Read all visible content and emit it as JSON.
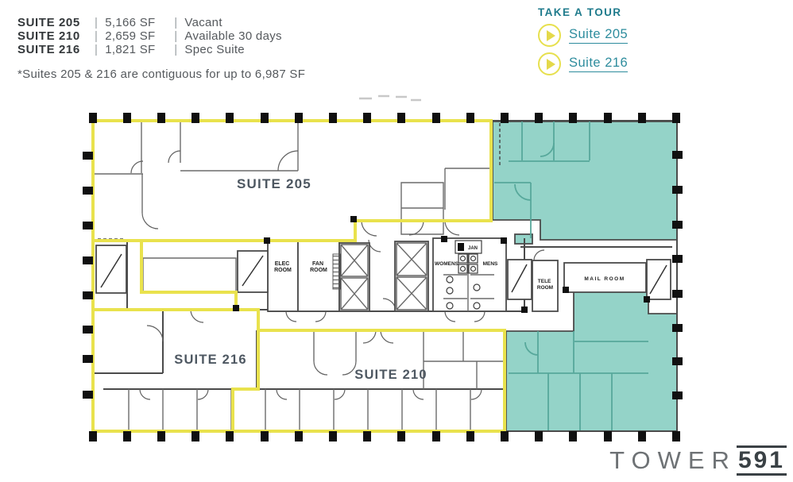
{
  "legend": {
    "separator": "|",
    "rows": [
      {
        "suite": "SUITE 205",
        "size": "5,166 SF",
        "status": "Vacant"
      },
      {
        "suite": "SUITE 210",
        "size": "2,659 SF",
        "status": "Available 30 days"
      },
      {
        "suite": "SUITE 216",
        "size": "1,821 SF",
        "status": "Spec Suite"
      }
    ],
    "footnote": "*Suites 205 & 216 are contiguous for up to 6,987 SF"
  },
  "tour": {
    "title": "TAKE A TOUR",
    "links": [
      {
        "label": "Suite 205"
      },
      {
        "label": "Suite 216"
      }
    ]
  },
  "floorplan": {
    "suites": {
      "s205": "SUITE 205",
      "s216": "SUITE 216",
      "s210": "SUITE 210"
    },
    "rooms": {
      "elec_l1": "ELEC",
      "elec_l2": "ROOM",
      "fan_l1": "FAN",
      "fan_l2": "ROOM",
      "womens": "WOMENS",
      "jan": "JAN",
      "mens": "MENS",
      "tele_l1": "TELE",
      "tele_l2": "ROOM",
      "mail": "MAIL ROOM"
    }
  },
  "logo": {
    "word": "TOWER",
    "number": "591"
  },
  "colors": {
    "suite_outline_yellow": "#e9e24d",
    "leased_fill_teal": "#94d3c8",
    "tour_link_teal": "#2d8c9d",
    "wall_gray": "#4b4b4b"
  }
}
